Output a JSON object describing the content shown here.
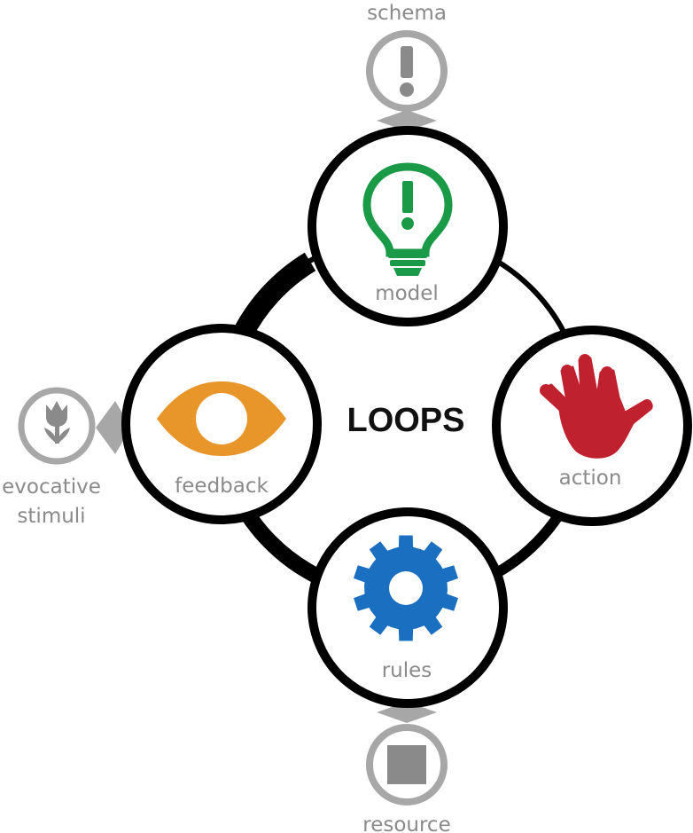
{
  "diagram": {
    "center_label": "LOOPS",
    "nodes": {
      "model": {
        "label": "model",
        "icon": "lightbulb-exclamation-icon",
        "color": "#1a9a46"
      },
      "action": {
        "label": "action",
        "icon": "hand-icon",
        "color": "#c0212e"
      },
      "rules": {
        "label": "rules",
        "icon": "gear-icon",
        "color": "#1a6fc0"
      },
      "feedback": {
        "label": "feedback",
        "icon": "eye-icon",
        "color": "#e8952a"
      }
    },
    "satellites": {
      "schema": {
        "label": "schema",
        "icon": "exclamation-icon"
      },
      "resource": {
        "label": "resource",
        "icon": "square-icon"
      },
      "evocative": {
        "label_line1": "evocative",
        "label_line2": "stimuli",
        "icon": "tulip-icon"
      }
    },
    "colors": {
      "ring": "#000000",
      "satellite": "#9b9b9b",
      "label": "#8a8a8a"
    }
  }
}
